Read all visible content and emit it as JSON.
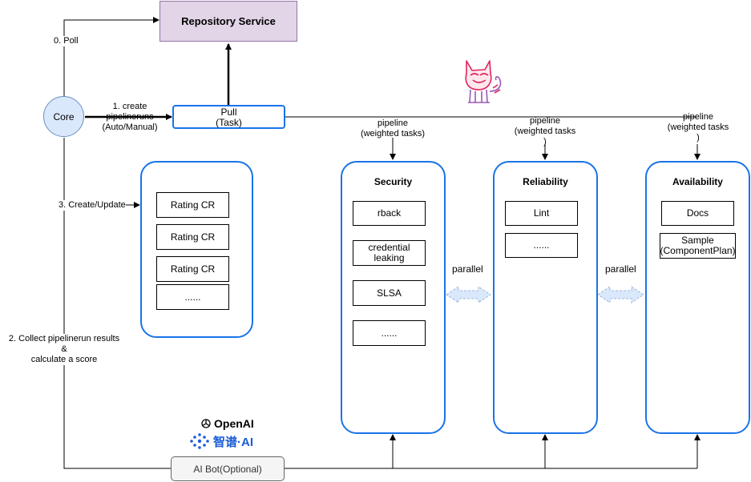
{
  "repository": {
    "label": "Repository Service",
    "fill": "#e1d5e7",
    "stroke": "#9673a6"
  },
  "core": {
    "label": "Core",
    "fill": "#dae8fc",
    "stroke": "#6c8ebf"
  },
  "pull": {
    "line1": "Pull",
    "line2": "(Task)"
  },
  "edges": {
    "poll": "0. Poll",
    "create_line1": "1. create",
    "create_line2": "pipelineruns",
    "create_line3": "(Auto/Manual)",
    "update": "3. Create/Update",
    "collect_line1": "2. Collect pipelinerun results",
    "collect_line2": "&",
    "collect_line3": "calculate a score"
  },
  "pipeline_labels": [
    {
      "line1": "pipeline",
      "line2": "(weighted tasks)",
      "line3": ""
    },
    {
      "line1": "pipeline",
      "line2": "(weighted tasks",
      "line3": ")"
    },
    {
      "line1": "pipeline",
      "line2": "(weighted tasks",
      "line3": ")"
    }
  ],
  "rating_items": [
    "Rating CR",
    "Rating CR",
    "Rating CR",
    "......"
  ],
  "panels": {
    "security": {
      "title": "Security",
      "items": [
        "rback",
        "credential leaking",
        "SLSA",
        "......"
      ]
    },
    "reliability": {
      "title": "Reliability",
      "items": [
        "Lint",
        "......"
      ]
    },
    "availability": {
      "title": "Availability",
      "items": [
        "Docs",
        "Sample (ComponentPlan)"
      ]
    }
  },
  "parallel": [
    "parallel",
    "parallel"
  ],
  "logos": {
    "openai": "OpenAI",
    "zhipu": "智谱·AI"
  },
  "bot": {
    "label": "AI Bot(Optional)"
  },
  "colors": {
    "accent": "#1a73e8",
    "parallel_arrow": "#dae8fc",
    "mascot": "#e0245e"
  }
}
